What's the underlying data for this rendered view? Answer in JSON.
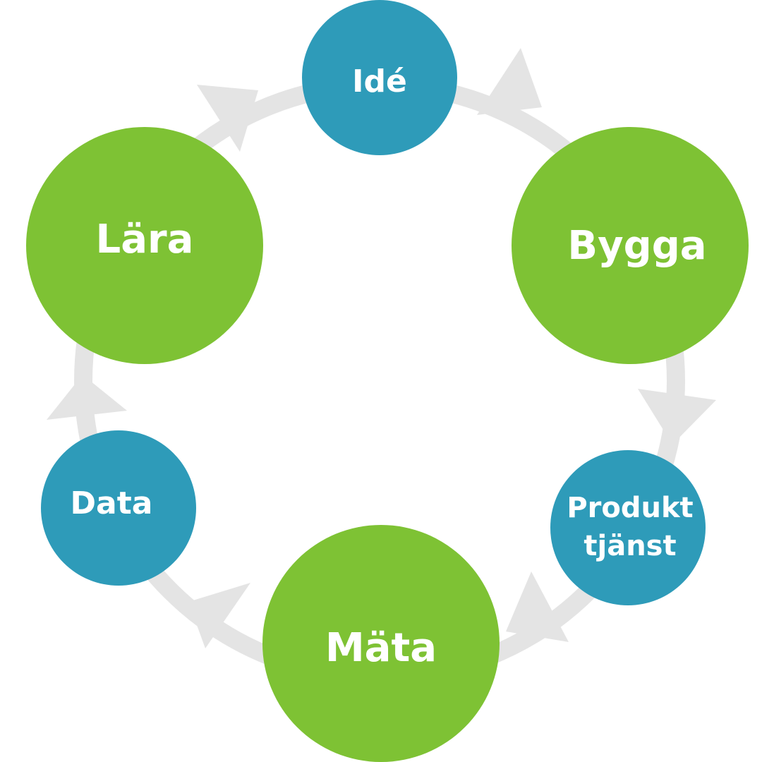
{
  "diagram": {
    "colors": {
      "ring": "#e4e4e4",
      "green": "#7ec234",
      "blue": "#2e9bb9",
      "text": "#ffffff"
    },
    "nodes": [
      {
        "id": "ide",
        "label": "Idé",
        "color": "blue"
      },
      {
        "id": "bygga",
        "label": "Bygga",
        "color": "green"
      },
      {
        "id": "produkt",
        "label_line1": "Produkt",
        "label_line2": "tjänst",
        "color": "blue"
      },
      {
        "id": "mata",
        "label": "Mäta",
        "color": "green"
      },
      {
        "id": "data",
        "label": "Data",
        "color": "blue"
      },
      {
        "id": "lara",
        "label": "Lära",
        "color": "green"
      }
    ],
    "cycle_direction": "clockwise"
  }
}
